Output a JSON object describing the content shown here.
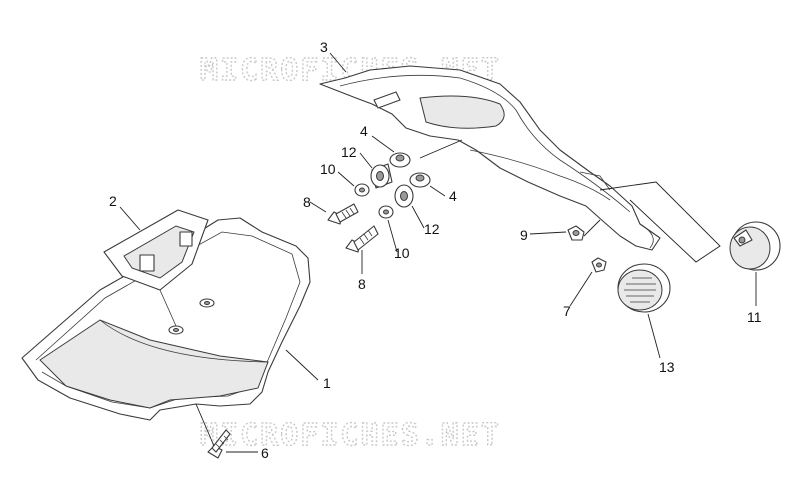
{
  "watermark_text": "MICROFICHES.NET",
  "callouts": {
    "c1": "1",
    "c2": "2",
    "c3": "3",
    "c4a": "4",
    "c4b": "4",
    "c6": "6",
    "c7": "7",
    "c8a": "8",
    "c8b": "8",
    "c9": "9",
    "c10a": "10",
    "c10b": "10",
    "c11": "11",
    "c12a": "12",
    "c12b": "12",
    "c13": "13"
  }
}
